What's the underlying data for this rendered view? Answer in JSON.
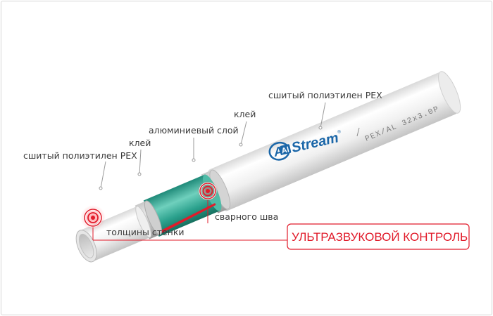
{
  "labels": {
    "outer_layer": "сшитый полиэтилен PEX",
    "glue_outer": "клей",
    "aluminium_layer": "алюминиевый слой",
    "glue_inner": "клей",
    "inner_layer": "сшитый полиэтилен PEX",
    "weld_seam": "сварного шва",
    "wall_thickness": "толщины стенки",
    "ultrasonic_control": "УЛЬТРАЗВУКОВОЙ КОНТРОЛЬ"
  },
  "brand": {
    "logo_al": "Al",
    "logo_a": "A",
    "logo_text": "Stream",
    "registered": "®",
    "marking": "PEX/AL 32x3.0P"
  },
  "colors": {
    "accent_red": "#e11b2a",
    "aluminium_teal": "#2a9c8a",
    "pipe_white": "#f4f4f4",
    "logo_blue": "#1a66a8"
  },
  "icons": [
    "ultrasonic-target-icon",
    "ultrasonic-target-icon"
  ]
}
